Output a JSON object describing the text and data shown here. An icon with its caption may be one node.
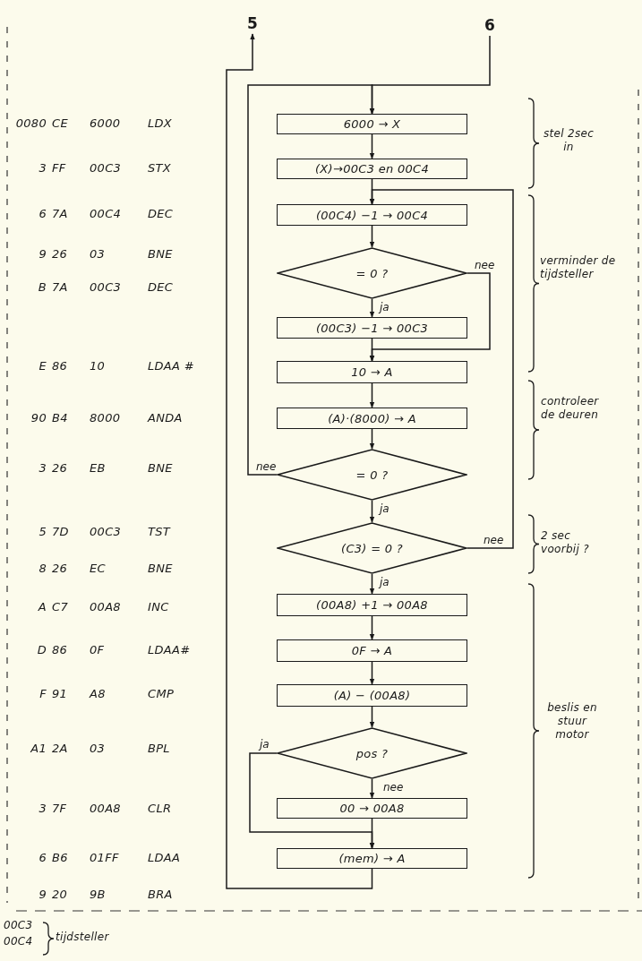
{
  "diagram": {
    "nodes": [
      {
        "text": [
          "5"
        ]
      },
      {
        "text": [
          "6"
        ]
      },
      {
        "text": [
          "6000 → X"
        ]
      },
      {
        "text": [
          "(X)→00C3 en 00C4"
        ]
      },
      {
        "text": [
          "(00C4) −1 → 00C4"
        ]
      },
      {
        "text": [
          "= 0 ?"
        ]
      },
      {
        "text": [
          "(00C3) −1 → 00C3"
        ]
      },
      {
        "text": [
          "10 → A"
        ]
      },
      {
        "text": [
          "(A)·(8000) → A"
        ]
      },
      {
        "text": [
          "= 0 ?"
        ]
      },
      {
        "text": [
          "(C3) = 0 ?"
        ]
      },
      {
        "text": [
          "(00A8) +1 → 00A8"
        ]
      },
      {
        "text": [
          "0F → A"
        ]
      },
      {
        "text": [
          "(A) − (00A8)"
        ]
      },
      {
        "text": [
          "pos ?"
        ]
      },
      {
        "text": [
          "00 → 00A8"
        ]
      },
      {
        "text": [
          "(mem) → A"
        ]
      }
    ],
    "edges": [
      {
        "from": 1,
        "to": 2,
        "arrow": "to"
      },
      {
        "from": 9,
        "to": 2,
        "arrow": "to",
        "label": "nee"
      },
      {
        "from": 2,
        "to": 3,
        "arrow": "to"
      },
      {
        "from": 3,
        "to": 4,
        "arrow": "to"
      },
      {
        "from": 4,
        "to": 5,
        "arrow": "to"
      },
      {
        "from": 5,
        "to": 6,
        "arrow": "to",
        "label": "ja"
      },
      {
        "from": 5,
        "to": 7,
        "arrow": "to",
        "label": "nee"
      },
      {
        "from": 6,
        "to": 7,
        "arrow": "to"
      },
      {
        "from": 7,
        "to": 8,
        "arrow": "to"
      },
      {
        "from": 8,
        "to": 9,
        "arrow": "to"
      },
      {
        "from": 9,
        "to": 10,
        "arrow": "to",
        "label": "ja"
      },
      {
        "from": 10,
        "to": 4,
        "arrow": "to",
        "label": "nee"
      },
      {
        "from": 10,
        "to": 11,
        "arrow": "to",
        "label": "ja"
      },
      {
        "from": 11,
        "to": 12,
        "arrow": "to"
      },
      {
        "from": 12,
        "to": 13,
        "arrow": "to"
      },
      {
        "from": 13,
        "to": 14,
        "arrow": "to"
      },
      {
        "from": 14,
        "to": 15,
        "arrow": "to",
        "label": "nee"
      },
      {
        "from": 14,
        "to": 16,
        "arrow": "to",
        "label": "ja"
      },
      {
        "from": 15,
        "to": 16,
        "arrow": "to"
      },
      {
        "from": 16,
        "to": 0,
        "arrow": "to"
      }
    ],
    "labels": [
      "0080",
      "CE",
      "6000",
      "LDX",
      "3",
      "FF",
      "00C3",
      "STX",
      "6",
      "7A",
      "00C4",
      "DEC",
      "9",
      "26",
      "03",
      "BNE",
      "B",
      "7A",
      "00C3",
      "DEC",
      "E",
      "86",
      "10",
      "LDAA #",
      "90",
      "B4",
      "8000",
      "ANDA",
      "3",
      "26",
      "EB",
      "BNE",
      "5",
      "7D",
      "00C3",
      "TST",
      "8",
      "26",
      "EC",
      "BNE",
      "A",
      "C7",
      "00A8",
      "INC",
      "D",
      "86",
      "0F",
      "LDAA#",
      "F",
      "91",
      "A8",
      "CMP",
      "A1",
      "2A",
      "03",
      "BPL",
      "3",
      "7F",
      "00A8",
      "CLR",
      "6",
      "B6",
      "01FF",
      "LDAA",
      "9",
      "20",
      "9B",
      "BRA",
      "stel 2sec in",
      "verminder de tijdsteller",
      "controleer de deuren",
      "2 sec voorbij ?",
      "beslis en stuur motor",
      "00C3",
      "00C4",
      "tijdsteller"
    ]
  }
}
